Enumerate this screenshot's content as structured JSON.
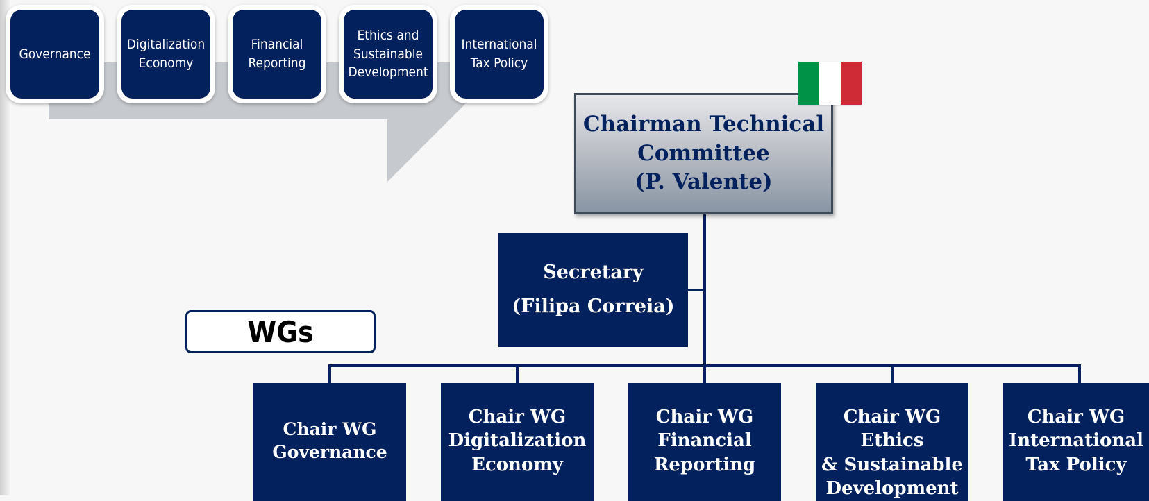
{
  "colors": {
    "navy": "#02215d",
    "flag_green": "#009246",
    "flag_white": "#ffffff",
    "flag_red": "#ce2b37"
  },
  "top_tiles": [
    {
      "lines": [
        "Governance"
      ]
    },
    {
      "lines": [
        "Digitalization",
        "Economy"
      ]
    },
    {
      "lines": [
        "Financial",
        "Reporting"
      ]
    },
    {
      "lines": [
        "Ethics and",
        "Sustainable",
        "Development"
      ]
    },
    {
      "lines": [
        "International",
        "Tax Policy"
      ]
    }
  ],
  "flag_icon": "italy-flag-icon",
  "chairman": {
    "lines": [
      "Chairman Technical",
      "Committee",
      "(P. Valente)"
    ]
  },
  "secretary": {
    "lines": [
      "Secretary",
      "(Filipa Correia)"
    ]
  },
  "wgs_label": "WGs",
  "working_groups": [
    {
      "lines": [
        "Chair WG",
        "Governance"
      ]
    },
    {
      "lines": [
        "Chair WG",
        "Digitalization",
        "Economy"
      ]
    },
    {
      "lines": [
        "Chair WG",
        "Financial",
        "Reporting"
      ]
    },
    {
      "lines": [
        "Chair WG Ethics",
        "& Sustainable",
        "Development"
      ]
    },
    {
      "lines": [
        "Chair WG",
        "International",
        "Tax Policy"
      ]
    }
  ]
}
